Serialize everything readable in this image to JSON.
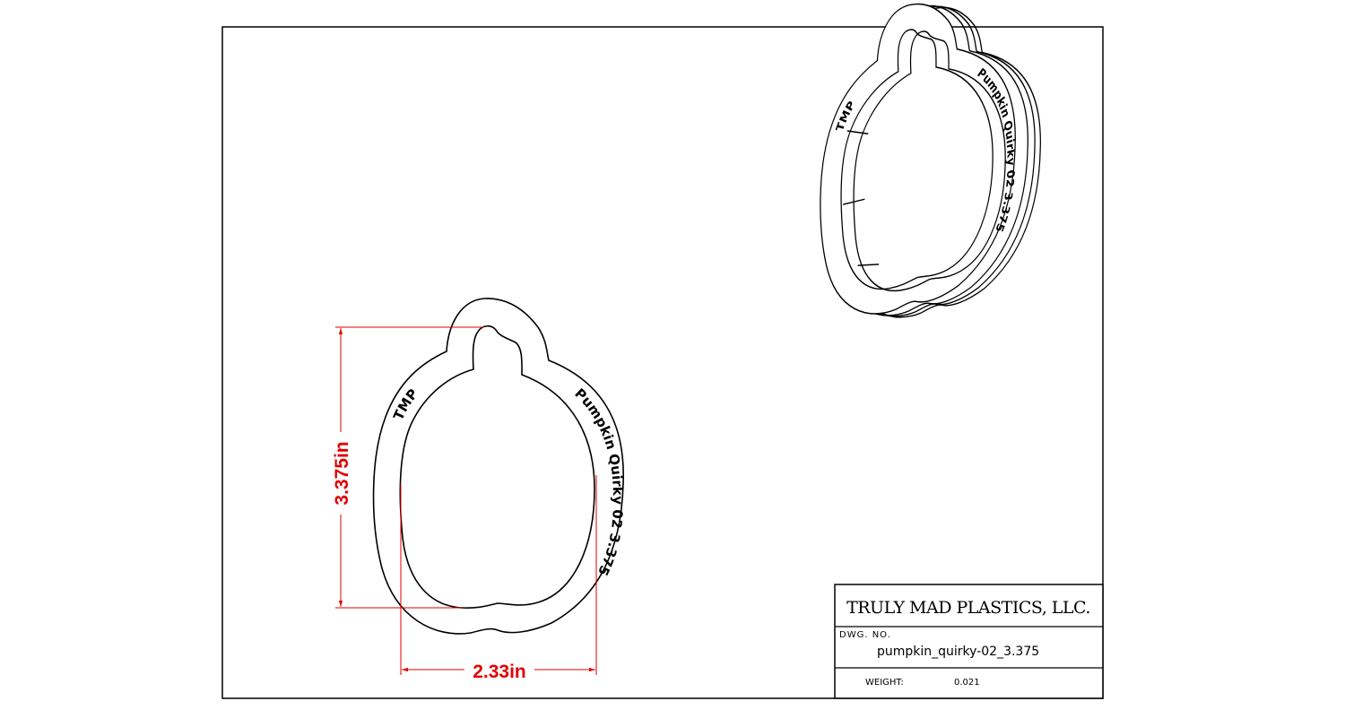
{
  "drawing": {
    "engraving": {
      "left": "TMP",
      "right": "Pumpkin Quirky 02  3.375",
      "iso_left": "TMP",
      "iso_right": "Pumpkin Quirky 02 3.375"
    },
    "dimensions": {
      "height": "3.375in",
      "width": "2.33in"
    },
    "colors": {
      "dimension": "#e00000",
      "line": "#000000"
    }
  },
  "title_block": {
    "company": "TRULY MAD PLASTICS, LLC.",
    "dwg_no_label": "DWG. NO.",
    "dwg_no": "pumpkin_quirky-02_3.375",
    "weight_label": "WEIGHT:",
    "weight": "0.021"
  }
}
